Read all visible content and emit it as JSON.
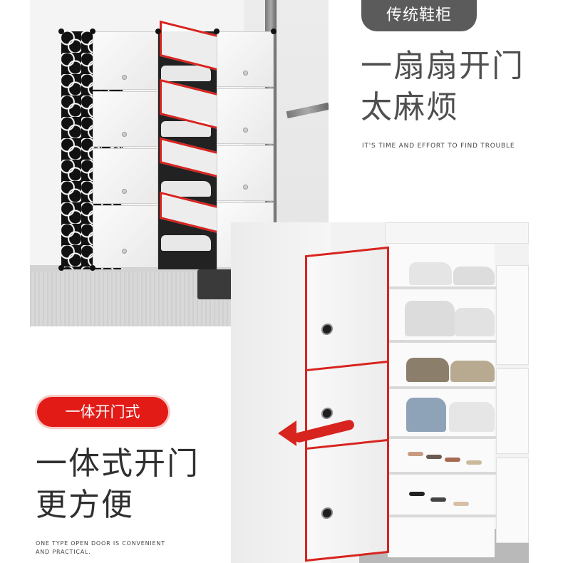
{
  "top_section": {
    "badge": "传统鞋柜",
    "headline_line1": "一扇扇开门",
    "headline_line2": "太麻烦",
    "subtitle": "IT'S TIME AND EFFORT TO FIND TROUBLE"
  },
  "bottom_section": {
    "badge": "一体开门式",
    "headline_line1": "一体式开门",
    "headline_line2": "更方便",
    "subtitle_line1": "ONE TYPE OPEN DOOR IS CONVENIENT",
    "subtitle_line2": "AND PRACTICAL."
  },
  "colors": {
    "accent_red": "#e21b17",
    "badge_gray": "#5b5b5b",
    "headline_gray": "#4f4f4f",
    "headline_dark": "#2f2f2f"
  }
}
